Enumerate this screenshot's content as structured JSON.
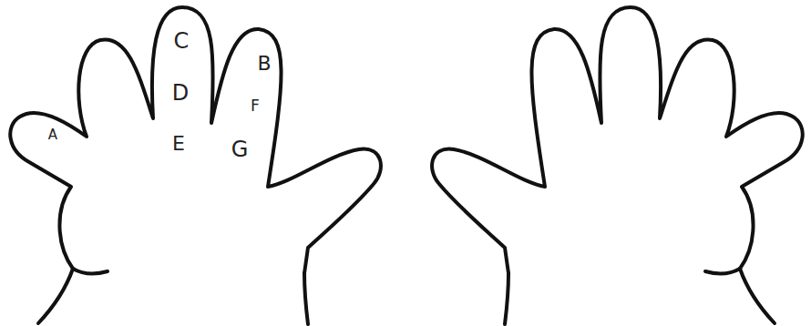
{
  "diagram": {
    "labels": [
      "C",
      "B",
      "D",
      "F",
      "A",
      "E",
      "G"
    ]
  }
}
